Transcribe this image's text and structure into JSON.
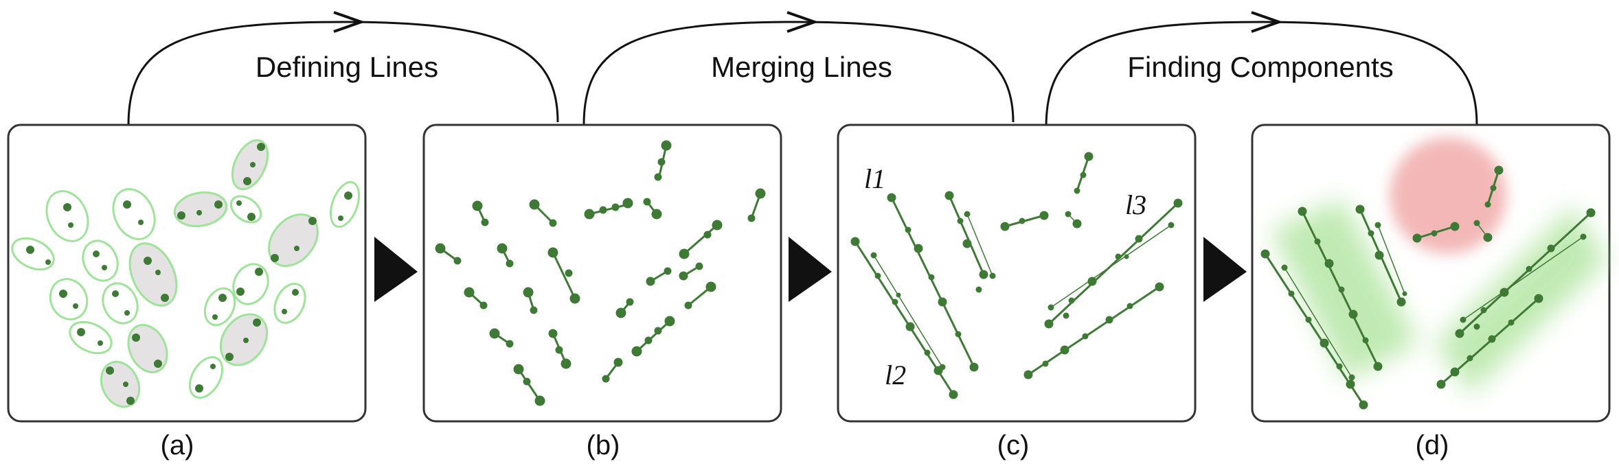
{
  "steps": [
    {
      "label": "Defining Lines"
    },
    {
      "label": "Merging Lines"
    },
    {
      "label": "Finding Components"
    }
  ],
  "panels": [
    {
      "caption": "(a)"
    },
    {
      "caption": "(b)"
    },
    {
      "caption": "(c)"
    },
    {
      "caption": "(d)"
    }
  ],
  "line_labels": [
    "l1",
    "l2",
    "l3"
  ],
  "colors": {
    "point": "#3e7a35",
    "ellipse_stroke": "#9fe39a",
    "ellipse_fill": "#e4e2e2",
    "component_green": "#b6e6a6",
    "component_red": "#f2b0b0",
    "frame": "#333333"
  }
}
